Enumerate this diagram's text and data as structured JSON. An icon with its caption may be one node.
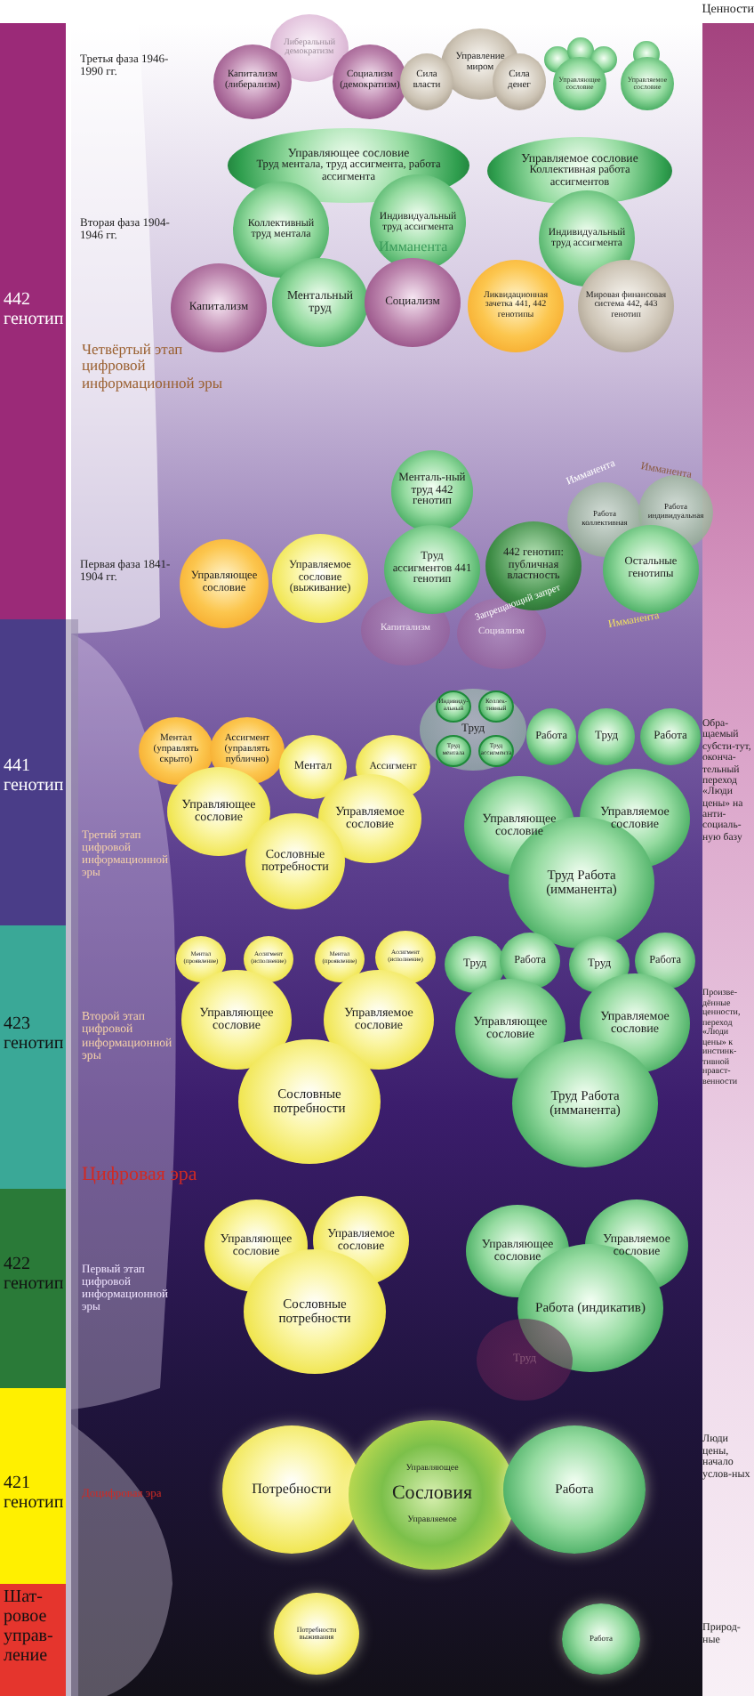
{
  "diagram": {
    "nodes": [
      {
        "text": [
          "Либеральный демократизм"
        ]
      },
      {
        "text": [
          "Капитализм (либерализм)"
        ]
      },
      {
        "text": [
          "Социализм (демократизм)"
        ]
      },
      {
        "text": [
          "Управление миром"
        ]
      },
      {
        "text": [
          "Сила власти"
        ]
      },
      {
        "text": [
          "Сила денег"
        ]
      },
      {
        "text": [],
        "shape": "circle"
      },
      {
        "text": [],
        "shape": "circle"
      },
      {
        "text": [],
        "shape": "circle"
      },
      {
        "text": [
          "Управляющее сословие"
        ]
      },
      {
        "text": [],
        "shape": "circle"
      },
      {
        "text": [
          "Управляемое сословие"
        ]
      },
      {
        "text": [
          "Управляющее сословие",
          "Труд ментала, труд ассигмента, работа ассигмента"
        ]
      },
      {
        "text": [
          "Управляемое сословие",
          "Коллективная работа ассигментов"
        ]
      },
      {
        "text": [
          "Коллективный труд ментала"
        ]
      },
      {
        "text": [
          "Индивидуальный труд ассигмента"
        ]
      },
      {
        "text": [
          "Индивидуальный труд ассигмента"
        ]
      },
      {
        "text": [
          "Капитализм"
        ]
      },
      {
        "text": [
          "Ментальный труд"
        ]
      },
      {
        "text": [
          "Социализм"
        ]
      },
      {
        "text": [
          "Ликвидационная зачетка 441, 442 генотипы"
        ]
      },
      {
        "text": [
          "Мировая финансовая система 442, 443 генотип"
        ]
      },
      {
        "text": [
          "Менталь-ный труд 442 генотип"
        ]
      },
      {
        "text": [
          "Работа коллективная"
        ]
      },
      {
        "text": [
          "Работа индивидуальная"
        ]
      },
      {
        "text": [
          "Управляющее сословие"
        ]
      },
      {
        "text": [
          "Управляемое сословие (выживание)"
        ]
      },
      {
        "text": [
          "Капитализм"
        ]
      },
      {
        "text": [
          "Социализм"
        ]
      },
      {
        "text": [
          "Труд ассигментов 441 генотип"
        ]
      },
      {
        "text": [
          "442 генотип: публичная властность"
        ]
      },
      {
        "text": [
          "Остальные генотипы"
        ]
      },
      {
        "text": [
          "Ментал (управлять скрыто)"
        ]
      },
      {
        "text": [
          "Ассигмент (управлять публично)"
        ]
      },
      {
        "text": [
          "Ментал"
        ]
      },
      {
        "text": [
          "Ассигмент"
        ]
      },
      {
        "text": [
          "Управляющее сословие"
        ]
      },
      {
        "text": [
          "Управляемое сословие"
        ]
      },
      {
        "text": [
          "Сословные потребности"
        ]
      },
      {
        "text": [
          "Труд"
        ]
      },
      {
        "text": [
          "Индивиду-альный"
        ],
        "in": 39
      },
      {
        "text": [
          "Коллек-тивный"
        ],
        "in": 39
      },
      {
        "text": [
          "Труд ментала"
        ],
        "in": 39
      },
      {
        "text": [
          "Труд ассигмента"
        ],
        "in": 39
      },
      {
        "text": [
          "Работа"
        ]
      },
      {
        "text": [
          "Труд"
        ]
      },
      {
        "text": [
          "Работа"
        ]
      },
      {
        "text": [
          "Управляющее сословие"
        ]
      },
      {
        "text": [
          "Управляемое сословие"
        ]
      },
      {
        "text": [
          "Труд Работа (имманента)"
        ]
      },
      {
        "text": [
          "Ментал (проявление)"
        ]
      },
      {
        "text": [
          "Ассигмент (исполнение)"
        ]
      },
      {
        "text": [
          "Ментал (проявление)"
        ]
      },
      {
        "text": [
          "Ассигмент (исполнение)"
        ]
      },
      {
        "text": [
          "Управляющее сословие"
        ]
      },
      {
        "text": [
          "Управляемое сословие"
        ]
      },
      {
        "text": [
          "Сословные потребности"
        ]
      },
      {
        "text": [
          "Труд"
        ]
      },
      {
        "text": [
          "Работа"
        ]
      },
      {
        "text": [
          "Труд"
        ]
      },
      {
        "text": [
          "Работа"
        ]
      },
      {
        "text": [
          "Управляющее сословие"
        ]
      },
      {
        "text": [
          "Управляемое сословие"
        ]
      },
      {
        "text": [
          "Труд Работа (имманента)"
        ]
      },
      {
        "text": [
          "Управляющее сословие"
        ]
      },
      {
        "text": [
          "Управляемое сословие"
        ]
      },
      {
        "text": [
          "Сословные потребности"
        ]
      },
      {
        "text": [
          "Управляющее сословие"
        ]
      },
      {
        "text": [
          "Управляемое сословие"
        ]
      },
      {
        "text": [
          "Работа (индикатив)"
        ]
      },
      {
        "text": [
          "Труд"
        ]
      },
      {
        "text": [
          "Потребности"
        ]
      },
      {
        "text": [
          "Управляющее",
          "Сословия",
          "Управляемое"
        ]
      },
      {
        "text": [
          "Работа"
        ]
      },
      {
        "text": [
          "Потребности выживания"
        ]
      },
      {
        "text": [
          "Работа"
        ]
      }
    ],
    "labels": [
      "Ценности",
      "Третья фаза 1946-1990 гг.",
      "Вторая фаза 1904-1946 гг.",
      "Имманента",
      "442 генотип",
      "Четвёртый этап цифровой информационной эры",
      "Имманента",
      "Имманента",
      "Первая фаза 1841-1904 гг.",
      "Запрещающий запрет",
      "Имманента",
      "441 генотип",
      "Обра-щаемый субсти-тут, оконча-тельный переход «Люди цены» на анти-социаль-ную базу",
      "Третий этап цифровой информационной эры",
      "423 генотип",
      "Второй этап цифровой информационной эры",
      "Произве-дённые ценности, переход «Люди цены» к инстинк-тивной нравст-венности",
      "Цифровая эра",
      "422 генотип",
      "Первый этап цифровой информационной эры",
      "421 генотип",
      "Доцифровая эра",
      "Люди цены, начало услов-ных",
      "Шат-ровое управ-ление",
      "Природ-ные"
    ]
  }
}
